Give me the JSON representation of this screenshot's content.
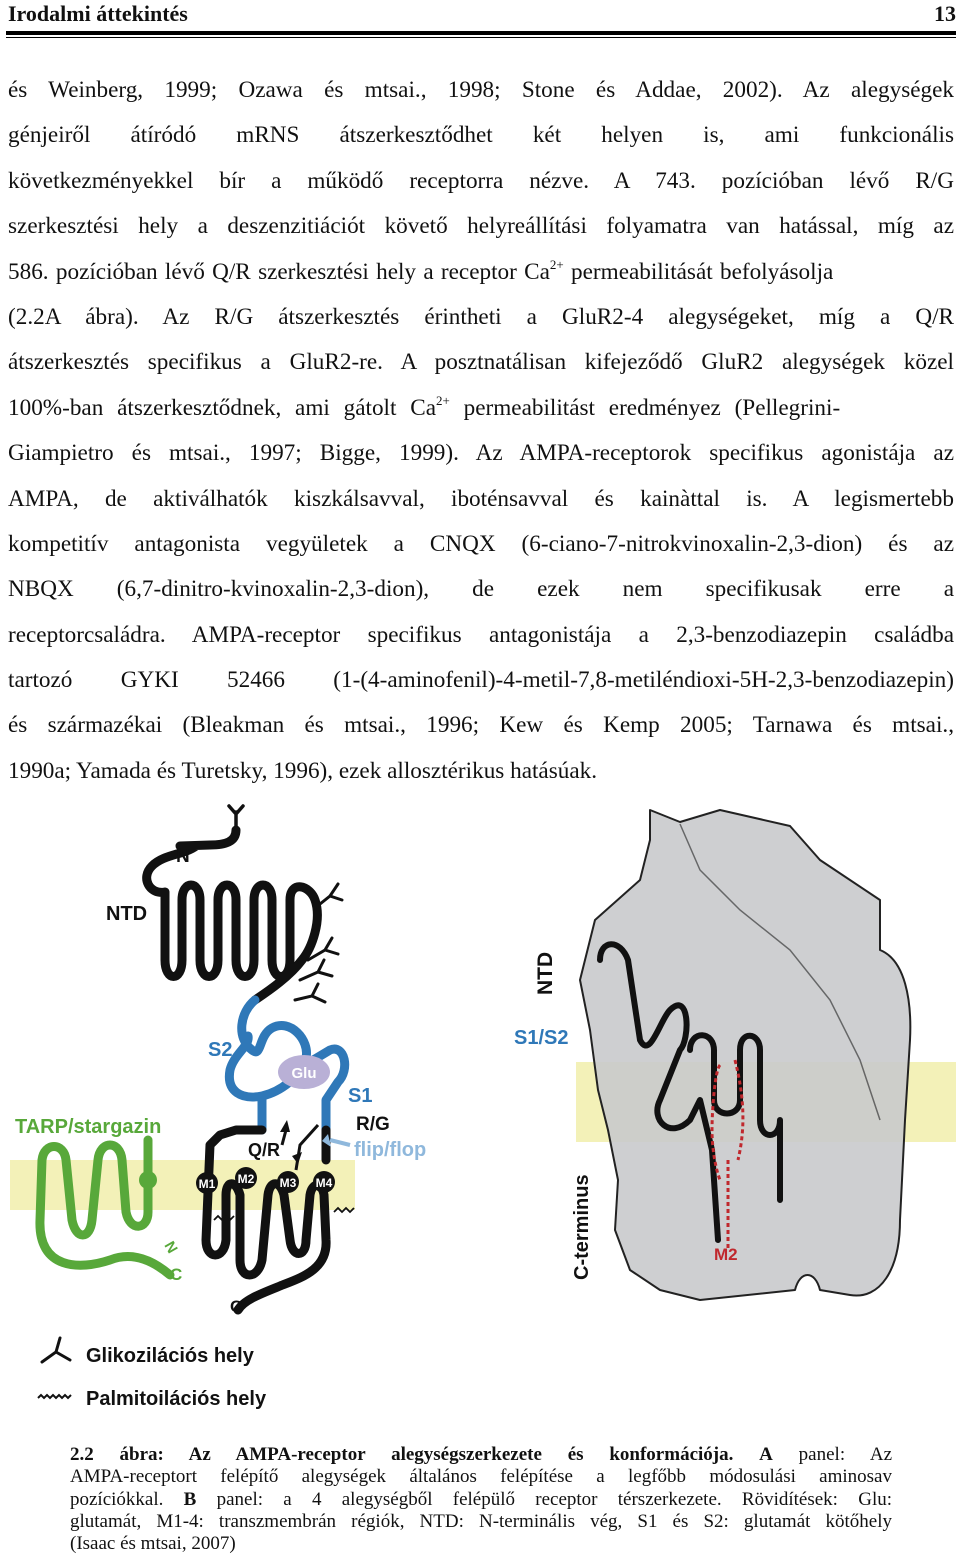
{
  "header": {
    "title": "Irodalmi áttekintés",
    "page_number": "13"
  },
  "paragraph_lines": [
    "és Weinberg, 1999; Ozawa és mtsai., 1998; Stone és Addae, 2002). Az alegységek",
    "génjeiről átíródó mRNS átszerkesztődhet két helyen is, ami funkcionális",
    "következményekkel bír a működő receptorra nézve. A 743. pozícióban lévő R/G",
    "szerkesztési hely a deszenzitiációt követő helyreállítási folyamatra van hatással, míg az",
    "586. pozícióban lévő Q/R szerkesztési hely a receptor Ca",
    "(2.2A ábra). Az R/G átszerkesztés érintheti a GluR2-4 alegységeket, míg a Q/R",
    "átszerkesztés specifikus a GluR2-re. A posztnatálisan kifejeződő GluR2 alegységek közel",
    "100%-ban átszerkesztődnek, ami gátolt Ca",
    "Giampietro és mtsai., 1997; Bigge, 1999). Az AMPA-receptorok specifikus agonistája az",
    "AMPA, de aktiválhatók kiszkálsavval, iboténsavval és kainàttal is. A legismertebb",
    "kompetitív antagonista vegyületek a CNQX (6-ciano-7-nitrokvinoxalin-2,3-dion) és az",
    "NBQX (6,7-dinitro-kvinoxalin-2,3-dion), de ezek nem specifikusak erre a",
    "receptorcsaládra. AMPA-receptor specifikus antagonistája a 2,3-benzodiazepin családba",
    "tartozó GYKI 52466 (1-(4-aminofenil)-4-metil-7,8-metiléndioxi-5H-2,3-benzodiazepin)",
    "és származékai (Bleakman és mtsai., 1996; Kew és Kemp 2005; Tarnawa és mtsai.,",
    "1990a; Yamada és Turetsky, 1996), ezek allosztérikus hatásúak."
  ],
  "line5_sup": "2+",
  "line5_tail": " permeabilitását befolyásolja",
  "line8_sup": "2+",
  "line8_tail": " permeabilitást eredményez (Pellegrini-",
  "figure": {
    "panel_a": {
      "ntd": "NTD",
      "n": "N",
      "s2": "S2",
      "glu": "Glu",
      "s1": "S1",
      "rg": "R/G",
      "tarp": "TARP/stargazin",
      "qr": "Q/R",
      "flipflop": "flip/flop",
      "m1": "M1",
      "m2": "M2",
      "m3": "M3",
      "m4": "M4",
      "n_green": "N",
      "c_green": "C",
      "c_black": "C"
    },
    "panel_b": {
      "ntd": "NTD",
      "s1s2": "S1/S2",
      "cterm": "C-terminus",
      "m2": "M2"
    },
    "legend": {
      "glyco": "Glikozilációs hely",
      "palm": "Palmitoilációs hely"
    },
    "colors": {
      "blue": "#2f78b8",
      "green": "#58a83a",
      "red": "#c0282d",
      "membrane": "#f3f1b8",
      "gray": "#c9cacc"
    }
  },
  "caption": {
    "bold_label": "2.2 ábra: Az AMPA-receptor alegységszerkezete és konformációja.",
    "bold_a": "A",
    "line1_rest": " panel: Az",
    "line2": "AMPA-receptort felépítő alegységek általános felépítése a legfőbb módosulási aminosav",
    "line3_start": "pozíciókkal.",
    "bold_b": "B",
    "line3_rest": " panel: a 4 alegységből felépülő receptor térszerkezete. Rövidítések: Glu:",
    "line4": "glutamát, M1-4: transzmembrán régiók, NTD: N-terminális vég, S1 és S2: glutamát kötőhely",
    "line5": "(Isaac és mtsai, 2007)"
  }
}
